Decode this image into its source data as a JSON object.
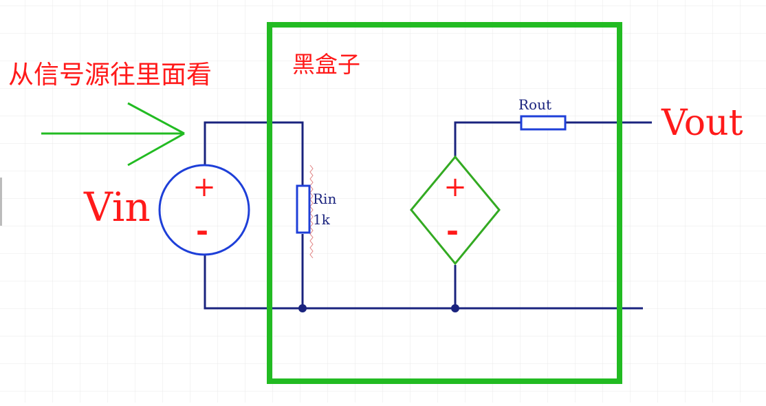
{
  "annotation": {
    "looking_in_from_source": "从信号源往里面看",
    "black_box": "黑盒子"
  },
  "labels": {
    "vin": "Vin",
    "vout": "Vout",
    "rout": "Rout",
    "rin": "Rin",
    "rin_value": "1k"
  },
  "symbols": {
    "plus": "+",
    "minus": "-"
  },
  "colors": {
    "wire": "#1a237e",
    "source": "#1e3fd8",
    "box": "#22bb22",
    "dep_source": "#33aa22",
    "text_red": "#ff1a1a",
    "grid": "#e6e6e6"
  }
}
